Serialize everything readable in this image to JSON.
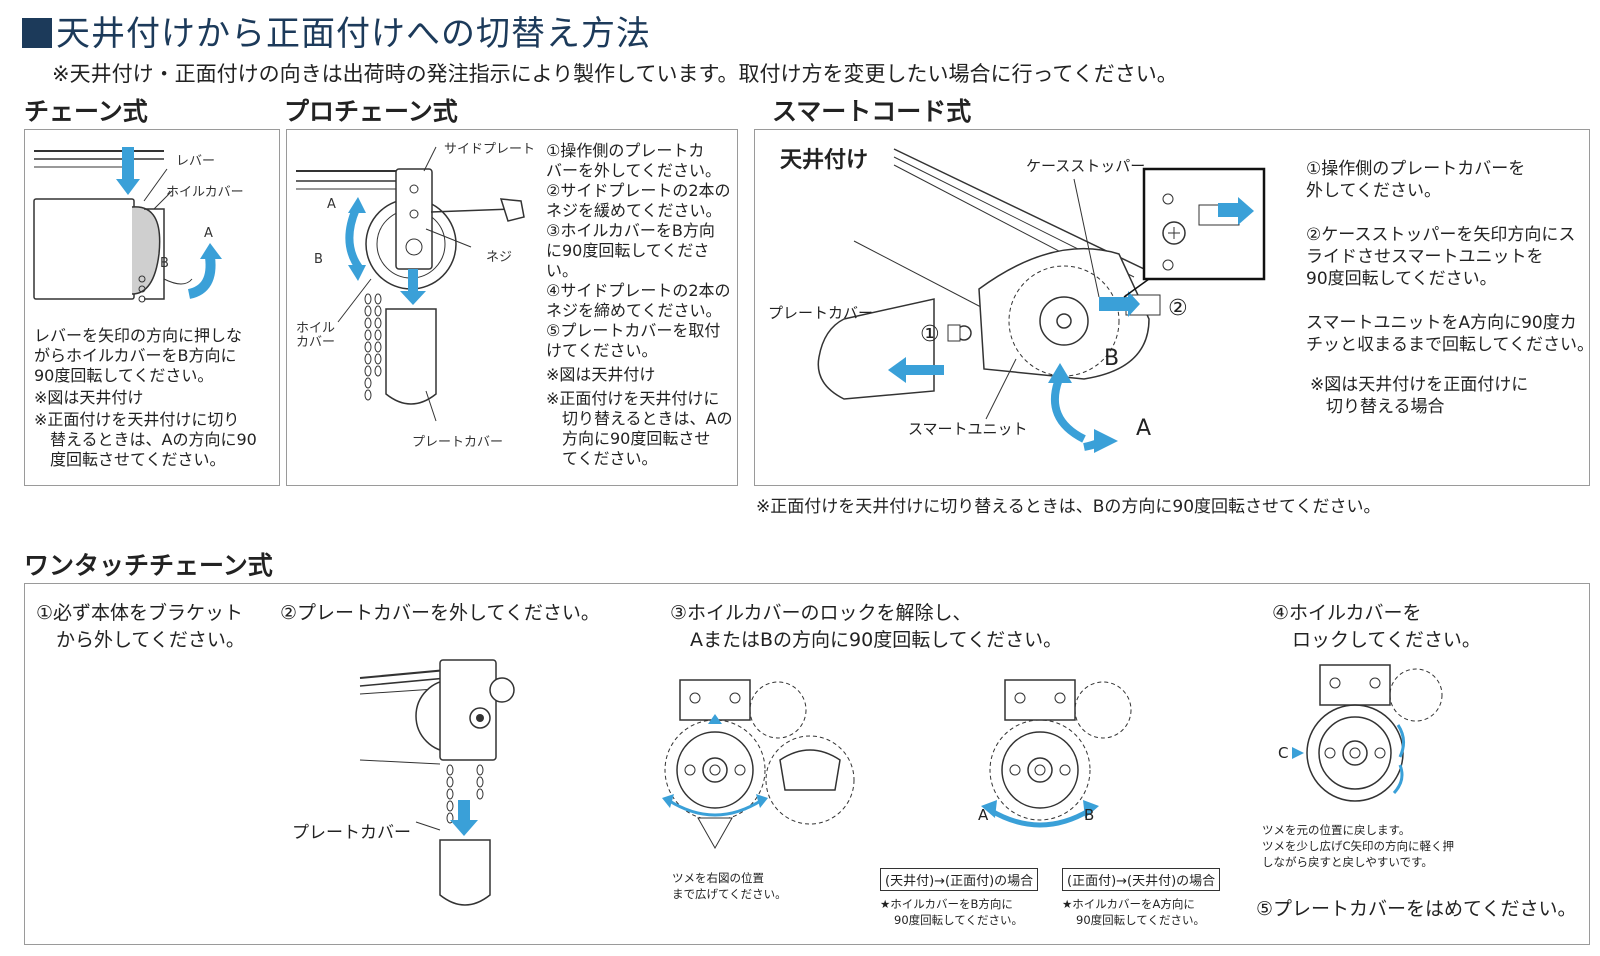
{
  "header": {
    "title": "天井付けから正面付けへの切替え方法",
    "note": "※天井付け・正面付けの向きは出荷時の発注指示により製作しています。取付け方を変更したい場合に行ってください。"
  },
  "chain": {
    "heading": "チェーン式",
    "labels": {
      "lever": "レバー",
      "wheel_cover": "ホイルカバー",
      "a": "A",
      "b": "B"
    },
    "desc": [
      "レバーを矢印の方向に押しな",
      "がらホイルカバーをB方向に",
      "90度回転してください。"
    ],
    "note1": "※図は天井付け",
    "note2": [
      "※正面付けを天井付けに切り",
      "替えるときは、Aの方向に90",
      "度回転させてください。"
    ]
  },
  "pro_chain": {
    "heading": "プロチェーン式",
    "labels": {
      "side_plate": "サイドプレート",
      "screw": "ネジ",
      "wheel_cover": [
        "ホイル",
        "カバー"
      ],
      "plate_cover": "プレートカバー",
      "a": "A",
      "b": "B"
    },
    "steps": [
      "①操作側のプレートカ",
      "バーを外してください。",
      "②サイドプレートの2本の",
      "ネジを緩めてください。",
      "③ホイルカバーをB方向",
      "に90度回転してくださ",
      "い。",
      "④サイドプレートの2本の",
      "ネジを締めてください。",
      "⑤プレートカバーを取付",
      "けてください。"
    ],
    "note1": "※図は天井付け",
    "note2": [
      "※正面付けを天井付けに",
      "切り替えるときは、Aの",
      "方向に90度回転させ",
      "てください。"
    ]
  },
  "smart": {
    "heading": "スマートコード式",
    "ceiling_label": "天井付け",
    "labels": {
      "case_stopper": "ケースストッパー",
      "plate_cover": "プレートカバー",
      "smart_unit": "スマートユニット",
      "one": "①",
      "two": "②",
      "a": "A",
      "b": "B"
    },
    "steps": [
      "①操作側のプレートカバーを",
      "外してください。",
      "",
      "②ケースストッパーを矢印方向にス",
      "ライドさせスマートユニットを",
      "90度回転してください。",
      "",
      "スマートユニットをA方向に90度カ",
      "チッと収まるまで回転してください。"
    ],
    "note": [
      "※図は天井付けを正面付けに",
      "切り替える場合"
    ],
    "footer": "※正面付けを天井付けに切り替えるときは、Bの方向に90度回転させてください。"
  },
  "one_touch": {
    "heading": "ワンタッチチェーン式",
    "step1": [
      "①必ず本体をブラケット",
      "から外してください。"
    ],
    "step2": "②プレートカバーを外してください。",
    "step3": [
      "③ホイルカバーのロックを解除し、",
      "AまたはBの方向に90度回転してください。"
    ],
    "step4": [
      "④ホイルカバーを",
      "ロックしてください。"
    ],
    "plate_cover_label": "プレートカバー",
    "claw_note": [
      "ツメを右図の位置",
      "まで広げてください。"
    ],
    "case1_title": "(天井付)→(正面付)の場合",
    "case1_text": [
      "★ホイルカバーをB方向に",
      "90度回転してください。"
    ],
    "case2_title": "(正面付)→(天井付)の場合",
    "case2_text": [
      "★ホイルカバーをA方向に",
      "90度回転してください。"
    ],
    "lock_note": [
      "ツメを元の位置に戻します。",
      "ツメを少し広げC矢印の方向に軽く押",
      "しながら戻すと戻しやすいです。"
    ],
    "step5": "⑤プレートカバーをはめてください。",
    "labels": {
      "a": "A",
      "b": "B",
      "c": "C"
    }
  },
  "colors": {
    "arrow": "#3aa0d8",
    "title": "#1c3a5a"
  }
}
